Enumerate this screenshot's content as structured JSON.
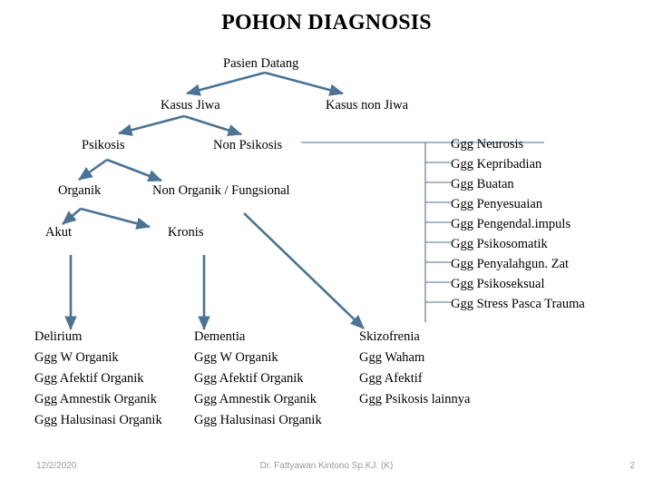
{
  "slide": {
    "title": "POHON DIAGNOSIS",
    "background_color": "#ffffff",
    "connector_color": "#4a7394",
    "text_color": "#000000"
  },
  "tree": {
    "root": {
      "label": "Pasien Datang"
    },
    "level1": [
      {
        "label": "Kasus Jiwa"
      },
      {
        "label": "Kasus non Jiwa"
      }
    ],
    "level2": [
      {
        "label": "Psikosis"
      },
      {
        "label": "Non Psikosis"
      }
    ],
    "level3": [
      {
        "label": "Organik"
      },
      {
        "label": "Non Organik / Fungsional"
      }
    ],
    "level4": [
      {
        "label": "Akut"
      },
      {
        "label": "Kronis"
      }
    ]
  },
  "neurosis_list": {
    "source_label": "Non Psikosis",
    "items": [
      "Ggg Neurosis",
      "Ggg Kepribadian",
      "Ggg Buatan",
      "Ggg Penyesuaian",
      "Ggg Pengendal.impuls",
      "Ggg Psikosomatik",
      "Ggg Penyalahgun. Zat",
      "Ggg Psikoseksual",
      "Ggg Stress Pasca Trauma"
    ]
  },
  "leaf_columns": [
    {
      "parent": "Akut",
      "items": [
        "Delirium",
        "Ggg W Organik",
        "Ggg Afektif Organik",
        "Ggg Amnestik Organik",
        "Ggg Halusinasi Organik"
      ]
    },
    {
      "parent": "Kronis",
      "items": [
        "Dementia",
        "Ggg W Organik",
        "Ggg Afektif Organik",
        "Ggg Amnestik Organik",
        "Ggg Halusinasi Organik"
      ]
    },
    {
      "parent": "Non Organik / Fungsional",
      "items": [
        "Skizofrenia",
        "Ggg Waham",
        "Ggg Afektif",
        "Ggg  Psikosis lainnya"
      ]
    }
  ],
  "footer": {
    "date": "12/2/2020",
    "presenter": "Dr. Fattyawan Kintono Sp.KJ. (K)",
    "page_number": "2"
  }
}
